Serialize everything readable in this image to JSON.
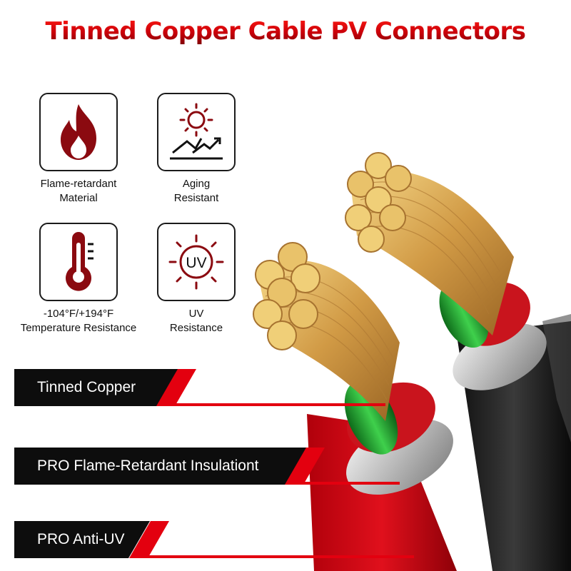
{
  "title": "Tinned Copper Cable PV Connectors",
  "features": [
    {
      "name": "flame",
      "icon": "flame-icon",
      "line1": "Flame-retardant",
      "line2": "Material"
    },
    {
      "name": "aging",
      "icon": "sun-aging-icon",
      "line1": "Aging",
      "line2": "Resistant"
    },
    {
      "name": "temperature",
      "icon": "thermometer-icon",
      "line1": "-104°F/+194°F",
      "line2": "Temperature Resistance"
    },
    {
      "name": "uv",
      "icon": "uv-sun-icon",
      "line1": "UV",
      "line2": "Resistance",
      "icon_text": "UV"
    }
  ],
  "banners": [
    {
      "label": "Tinned Copper"
    },
    {
      "label": "PRO Flame-Retardant Insulationt"
    },
    {
      "label": "PRO Anti-UV"
    }
  ],
  "colors": {
    "accent_red": "#e3000f",
    "dark_red": "#8b0000",
    "black": "#0d0d0d",
    "copper": "#d4a45a",
    "green": "#2fae3a"
  }
}
